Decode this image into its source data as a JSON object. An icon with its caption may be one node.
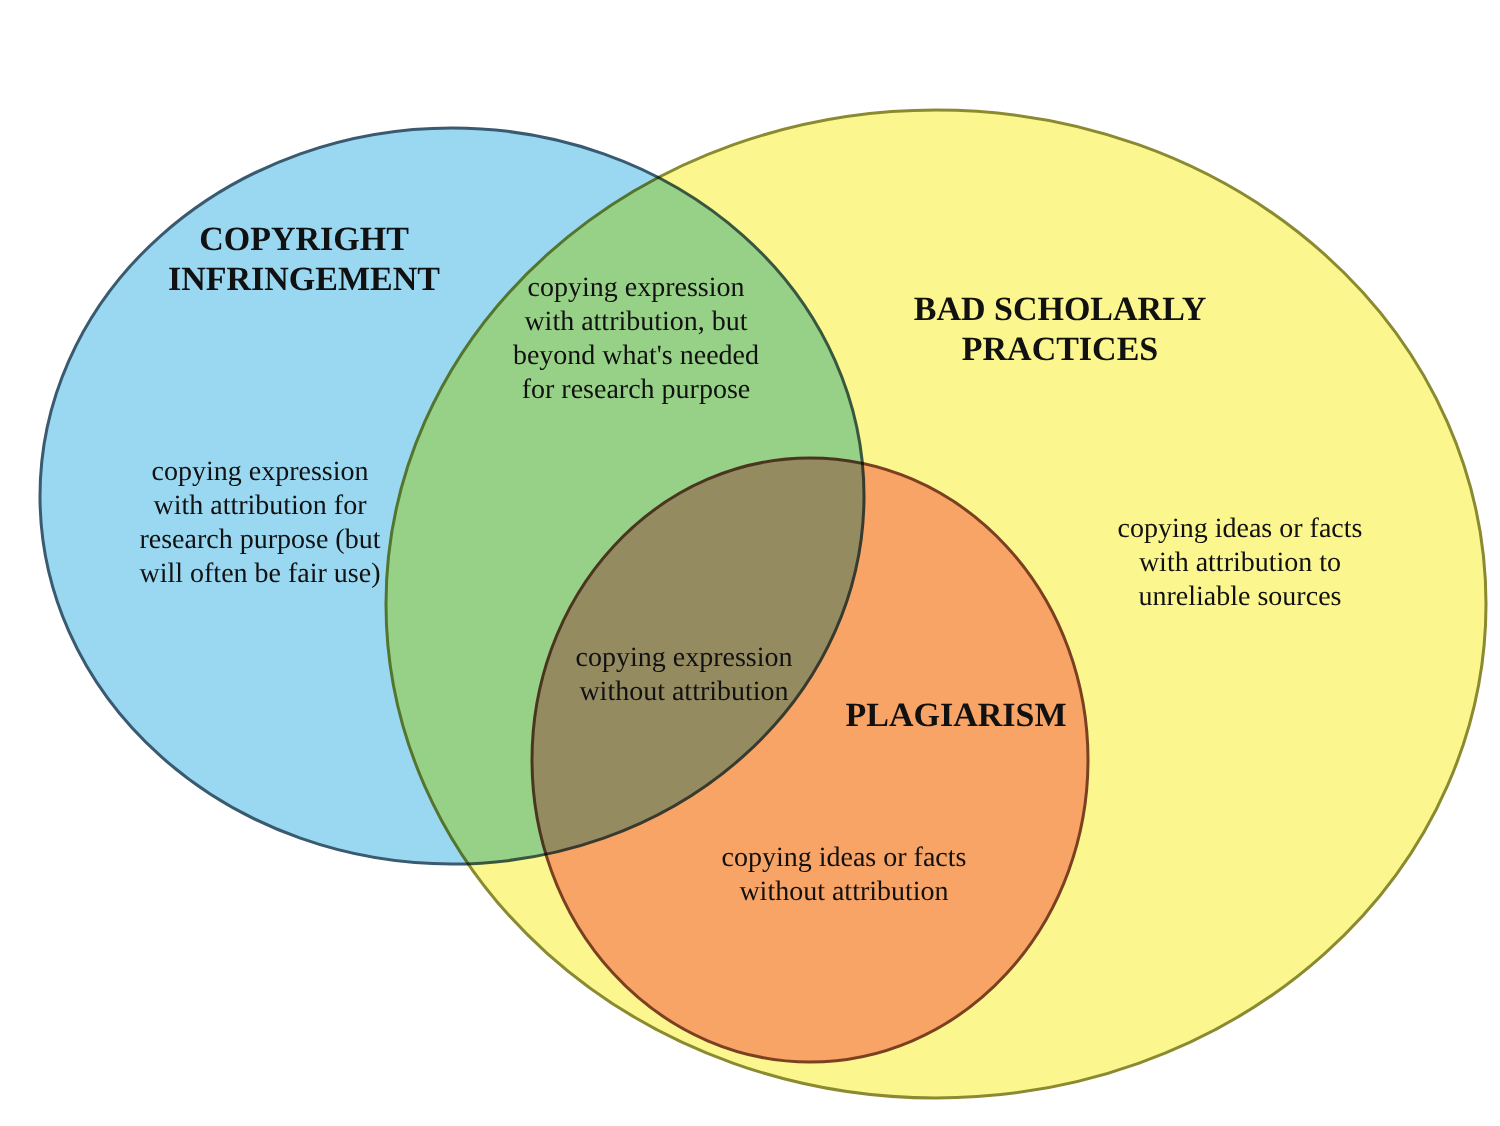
{
  "diagram": {
    "nodes": [
      {
        "text": [
          "BAD SCHOLARLY PRACTICES",
          "copying ideas or facts with attribution to unreliable sources"
        ]
      },
      {
        "text": [
          "COPYRIGHT INFRINGEMENT",
          "copying expression with attribution for research purpose (but will often be fair use)"
        ]
      },
      {
        "text": [
          "PLAGIARISM",
          "copying ideas or facts without attribution"
        ],
        "in": 0
      }
    ],
    "labels": [
      "copying expression with attribution, but beyond what's needed for research purpose",
      "copying expression without attribution"
    ]
  }
}
